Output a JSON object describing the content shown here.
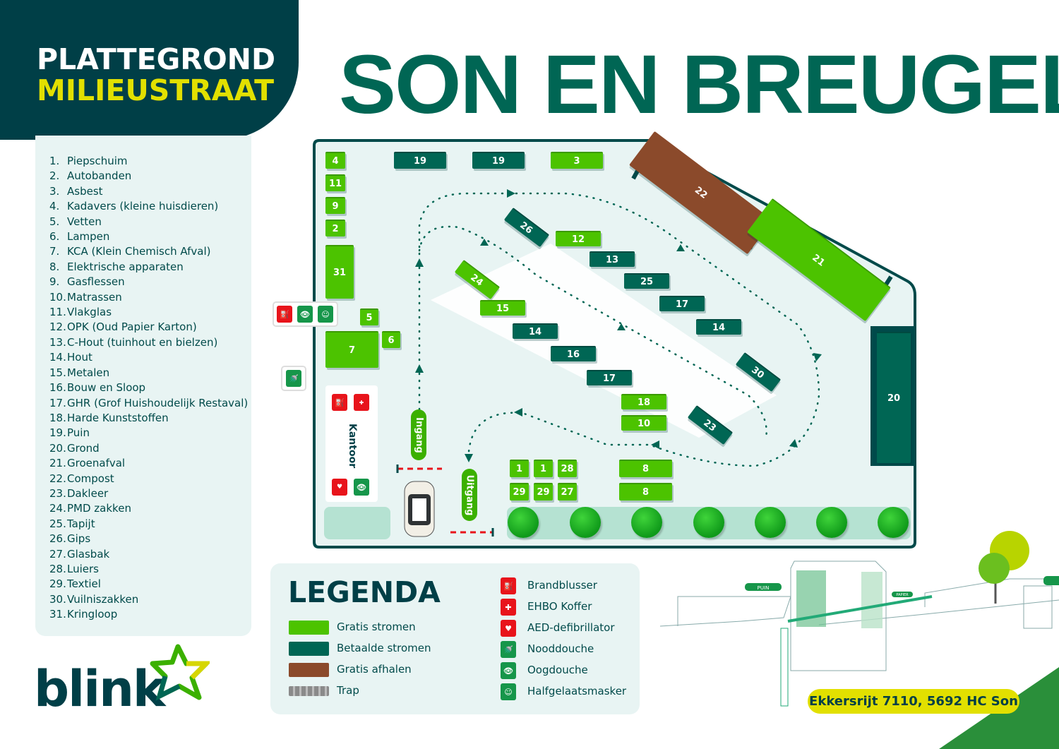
{
  "header": {
    "line1": "PLATTEGROND",
    "line2": "MILIEUSTRAAT",
    "location": "SON EN BREUGEL"
  },
  "streams": [
    {
      "n": "1.",
      "label": "Piepschuim"
    },
    {
      "n": "2.",
      "label": "Autobanden"
    },
    {
      "n": "3.",
      "label": "Asbest"
    },
    {
      "n": "4.",
      "label": "Kadavers (kleine huisdieren)"
    },
    {
      "n": "5.",
      "label": "Vetten"
    },
    {
      "n": "6.",
      "label": "Lampen"
    },
    {
      "n": "7.",
      "label": "KCA (Klein Chemisch Afval)"
    },
    {
      "n": "8.",
      "label": "Elektrische apparaten"
    },
    {
      "n": "9.",
      "label": "Gasflessen"
    },
    {
      "n": "10.",
      "label": "Matrassen"
    },
    {
      "n": "11.",
      "label": "Vlakglas"
    },
    {
      "n": "12.",
      "label": "OPK (Oud Papier Karton)"
    },
    {
      "n": "13.",
      "label": "C-Hout (tuinhout en bielzen)"
    },
    {
      "n": "14.",
      "label": "Hout"
    },
    {
      "n": "15.",
      "label": "Metalen"
    },
    {
      "n": "16.",
      "label": "Bouw en Sloop"
    },
    {
      "n": "17.",
      "label": "GHR (Grof Huishoudelijk Restaval)"
    },
    {
      "n": "18.",
      "label": "Harde Kunststoffen"
    },
    {
      "n": "19.",
      "label": "Puin"
    },
    {
      "n": "20.",
      "label": "Grond"
    },
    {
      "n": "21.",
      "label": "Groenafval"
    },
    {
      "n": "22.",
      "label": "Compost"
    },
    {
      "n": "23.",
      "label": "Dakleer"
    },
    {
      "n": "24.",
      "label": "PMD zakken"
    },
    {
      "n": "25.",
      "label": "Tapijt"
    },
    {
      "n": "26.",
      "label": "Gips"
    },
    {
      "n": "27.",
      "label": "Glasbak"
    },
    {
      "n": "28.",
      "label": "Luiers"
    },
    {
      "n": "29.",
      "label": "Textiel"
    },
    {
      "n": "30.",
      "label": "Vuilniszakken"
    },
    {
      "n": "31.",
      "label": "Kringloop"
    }
  ],
  "map": {
    "bays": [
      {
        "label": "4",
        "type": "gratis"
      },
      {
        "label": "11",
        "type": "gratis"
      },
      {
        "label": "9",
        "type": "gratis"
      },
      {
        "label": "2",
        "type": "gratis"
      },
      {
        "label": "31",
        "type": "gratis"
      },
      {
        "label": "19",
        "type": "betaald"
      },
      {
        "label": "19",
        "type": "betaald"
      },
      {
        "label": "3",
        "type": "gratis"
      },
      {
        "label": "22",
        "type": "afhalen"
      },
      {
        "label": "21",
        "type": "gratis"
      },
      {
        "label": "26",
        "type": "betaald"
      },
      {
        "label": "12",
        "type": "gratis"
      },
      {
        "label": "13",
        "type": "betaald"
      },
      {
        "label": "25",
        "type": "betaald"
      },
      {
        "label": "17",
        "type": "betaald"
      },
      {
        "label": "14",
        "type": "betaald"
      },
      {
        "label": "24",
        "type": "gratis"
      },
      {
        "label": "15",
        "type": "gratis"
      },
      {
        "label": "14",
        "type": "betaald"
      },
      {
        "label": "16",
        "type": "betaald"
      },
      {
        "label": "17",
        "type": "betaald"
      },
      {
        "label": "18",
        "type": "gratis"
      },
      {
        "label": "10",
        "type": "gratis"
      },
      {
        "label": "30",
        "type": "betaald"
      },
      {
        "label": "23",
        "type": "betaald"
      },
      {
        "label": "5",
        "type": "gratis"
      },
      {
        "label": "6",
        "type": "gratis"
      },
      {
        "label": "7",
        "type": "gratis"
      },
      {
        "label": "20",
        "type": "betaald"
      },
      {
        "label": "1",
        "type": "gratis"
      },
      {
        "label": "1",
        "type": "gratis"
      },
      {
        "label": "28",
        "type": "gratis"
      },
      {
        "label": "29",
        "type": "gratis"
      },
      {
        "label": "29",
        "type": "gratis"
      },
      {
        "label": "27",
        "type": "gratis"
      },
      {
        "label": "8",
        "type": "gratis"
      },
      {
        "label": "8",
        "type": "gratis"
      }
    ],
    "entrance": "Ingang",
    "exit": "Uitgang",
    "office": "Kantoor",
    "colors": {
      "gratis": "#4cc300",
      "betaald": "#006654",
      "afhalen": "#8b4a2b",
      "border": "#004a4a",
      "ground": "#e8f4f3"
    }
  },
  "legend": {
    "title": "LEGENDA",
    "swatches": [
      {
        "label": "Gratis stromen",
        "color": "#4cc300"
      },
      {
        "label": "Betaalde stromen",
        "color": "#006654"
      },
      {
        "label": "Gratis afhalen",
        "color": "#8b4a2b"
      },
      {
        "label": "Trap",
        "color": "#9a9a9a"
      }
    ],
    "icons": [
      {
        "label": "Brandblusser",
        "icon": "fire-extinguisher-icon"
      },
      {
        "label": "EHBO Koffer",
        "icon": "first-aid-icon",
        "glyph": "EHBO"
      },
      {
        "label": "AED-defibrillator",
        "icon": "aed-icon",
        "glyph": "AED"
      },
      {
        "label": "Nooddouche",
        "icon": "emergency-shower-icon"
      },
      {
        "label": "Oogdouche",
        "icon": "eye-shower-icon"
      },
      {
        "label": "Halfgelaatsmasker",
        "icon": "half-mask-icon"
      }
    ]
  },
  "illustration": {
    "sign1": "PUIN",
    "sign2": "PAPIER"
  },
  "address": "Ekkersrijt 7110, 5692 HC Son",
  "brand": {
    "logo_text": "blink"
  }
}
